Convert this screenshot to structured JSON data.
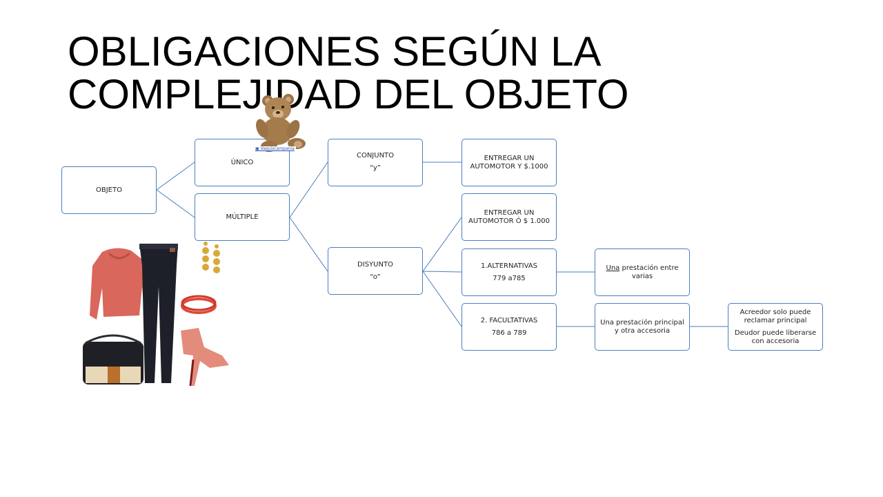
{
  "slide": {
    "title_line1": "OBLIGACIONES SEGÚN LA",
    "title_line2": "COMPLEJIDAD DEL OBJETO"
  },
  "diagram": {
    "objeto": "OBJETO",
    "unico": "ÚNICO",
    "multiple": "MÚLTIPLE",
    "conjunto": {
      "label": "CONJUNTO",
      "sub": "“y”"
    },
    "disyunto": {
      "label": "DISYUNTO",
      "sub": "“o”"
    },
    "ej_conjunto": "ENTREGAR UN AUTOMOTOR Y $.1000",
    "ej_disyunto": "ENTREGAR UN AUTOMOTOR Ó $ 1.000",
    "alternativas": {
      "label": "1.ALTERNATIVAS",
      "sub": "779 a785"
    },
    "facultativas": {
      "label": "2. FACULTATIVAS",
      "sub": "786 a 789"
    },
    "alt_desc": {
      "underlined": "Una",
      "rest": " prestación entre varias"
    },
    "fac_desc": "Una prestación principal y otra accesoria",
    "fac_detail": {
      "line1": "Acreedor solo puede reclamar principal",
      "line2": "Deudor puede liberarse con accesoria"
    }
  },
  "images": {
    "bear_caption": "Vaquiscampania",
    "bear_icon": "teddy-bear-image",
    "outfit_icon": "outfit-collage-image"
  },
  "colors": {
    "connector": "#4a7ebb",
    "node_border": "#4a7ebb"
  }
}
